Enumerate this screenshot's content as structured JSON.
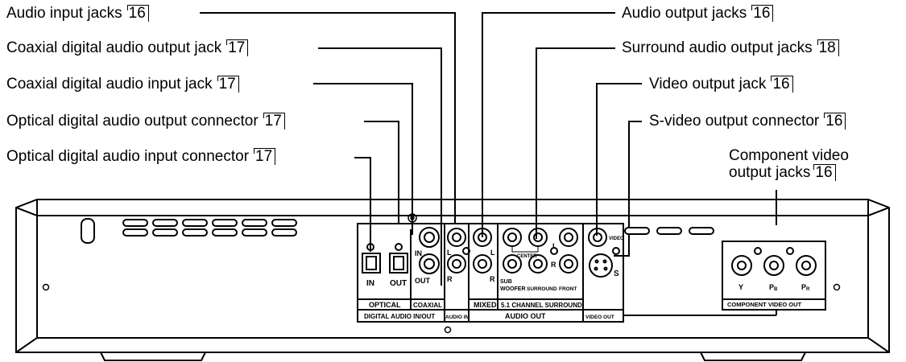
{
  "callouts": {
    "audio_input": {
      "label": "Audio input jacks",
      "ref": "16"
    },
    "coaxial_out": {
      "label": "Coaxial digital audio output jack",
      "ref": "17"
    },
    "coaxial_in": {
      "label": "Coaxial digital audio input jack",
      "ref": "17"
    },
    "optical_out": {
      "label": "Optical digital audio output connector",
      "ref": "17"
    },
    "optical_in": {
      "label": "Optical digital audio input connector",
      "ref": "17"
    },
    "audio_output": {
      "label": "Audio output jacks",
      "ref": "16"
    },
    "surround_output": {
      "label": "Surround audio output jacks",
      "ref": "18"
    },
    "video_output": {
      "label": "Video output jack",
      "ref": "16"
    },
    "svideo_output": {
      "label": "S-video output connector",
      "ref": "16"
    },
    "component_line1": "Component video",
    "component_line2": "output jacks",
    "component_ref": "16"
  },
  "panel": {
    "in": "IN",
    "out": "OUT",
    "coax_in": "IN",
    "coax_out": "OUT",
    "optical": "OPTICAL",
    "coaxial": "COAXIAL",
    "digital_audio": "DIGITAL AUDIO IN/OUT",
    "audio_in": "AUDIO IN",
    "l": "L",
    "r": "R",
    "mixed": "MIXED",
    "surround51": "5.1 CHANNEL SURROUND",
    "audio_out": "AUDIO OUT",
    "center": "CENTER",
    "sub": "SUB",
    "woofer": "WOOFER",
    "surround": "SURROUND",
    "front": "FRONT",
    "video": "VIDEO",
    "s": "S",
    "video_out": "VIDEO OUT",
    "y": "Y",
    "pb": "P",
    "pb_sub": "B",
    "pr": "P",
    "pr_sub": "R",
    "component_video_out": "COMPONENT VIDEO OUT"
  }
}
